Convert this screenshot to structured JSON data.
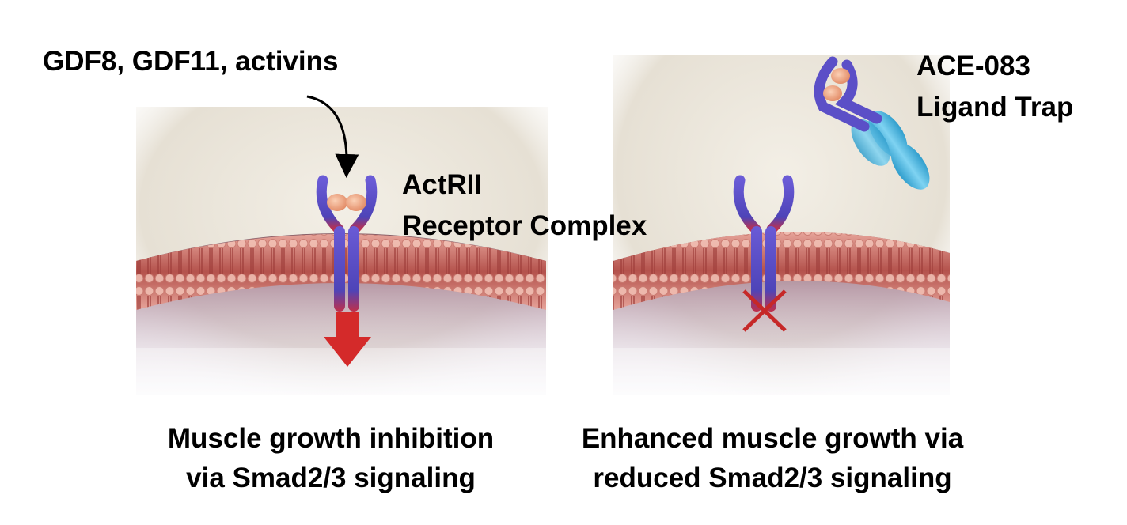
{
  "labels": {
    "ligands": "GDF8, GDF11, activins",
    "receptor_line1": "ActRII",
    "receptor_line2": "Receptor Complex",
    "trap_line1": "ACE-083",
    "trap_line2": "Ligand Trap"
  },
  "captions": {
    "left_line1": "Muscle growth inhibition",
    "left_line2": "via Smad2/3 signaling",
    "right_line1": "Enhanced muscle growth via",
    "right_line2": "reduced Smad2/3 signaling"
  },
  "colors": {
    "receptor": "#5b4fc7",
    "ligand": "#f0a07a",
    "membrane": "#c8706a",
    "signal_arrow": "#d42a2a",
    "trap_fc": "#4fb8e0"
  }
}
